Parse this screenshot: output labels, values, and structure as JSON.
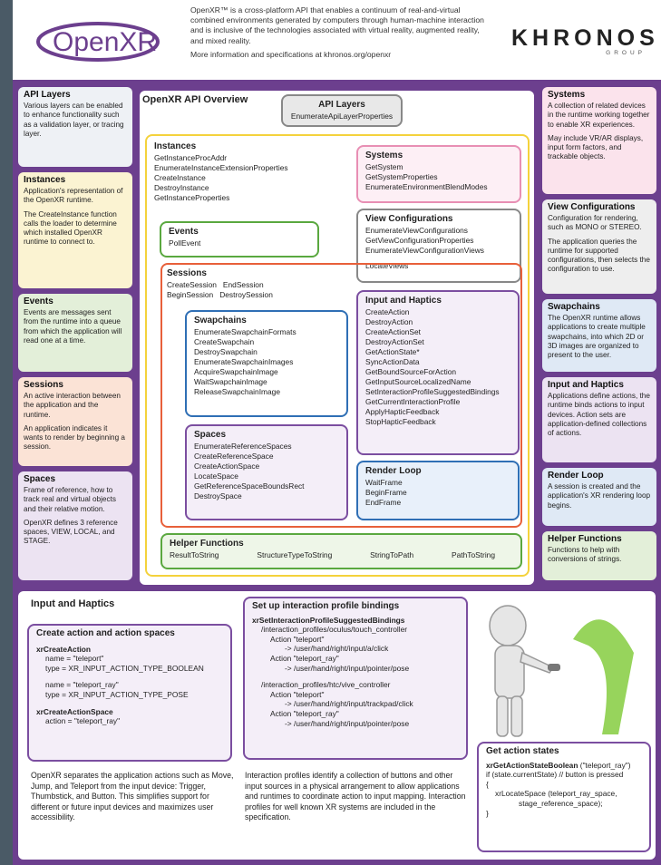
{
  "header": {
    "logo_text": "OpenXR",
    "intro_1": "OpenXR™ is a cross-platform API that enables a continuum of real-and-virtual combined environments generated by computers through human-machine interaction and is inclusive of the technologies associated with virtual reality, augmented reality, and mixed reality.",
    "intro_2": "More information and specifications at khronos.org/openxr",
    "khronos": "KHRONOS",
    "khronos_sub": "GROUP"
  },
  "left": {
    "api_layers": {
      "title": "API Layers",
      "p1": "Various layers can be enabled to enhance functionality such as a validation layer, or tracing layer."
    },
    "instances": {
      "title": "Instances",
      "p1": "Application's representation of the OpenXR runtime.",
      "p2": "The CreateInstance function calls the loader to determine which installed OpenXR runtime to connect to."
    },
    "events": {
      "title": "Events",
      "p1": "Events are messages sent from the runtime into a queue from which the application will read one at a time."
    },
    "sessions": {
      "title": "Sessions",
      "p1": "An active interaction between the application and the runtime.",
      "p2": "An application indicates it wants to render by beginning a session."
    },
    "spaces": {
      "title": "Spaces",
      "p1": "Frame of reference, how to track real and virtual objects and their relative motion.",
      "p2": "OpenXR defines 3 reference spaces, VIEW, LOCAL, and STAGE."
    }
  },
  "right": {
    "systems": {
      "title": "Systems",
      "p1": "A collection of related devices in the runtime working together to enable XR experiences.",
      "p2": "May include VR/AR displays, input form factors, and trackable objects."
    },
    "view_configs": {
      "title": "View Configurations",
      "p1": "Configuration for rendering, such as MONO or STEREO.",
      "p2": "The application queries the runtime for supported configurations, then selects the configuration to use."
    },
    "swapchains": {
      "title": "Swapchains",
      "p1": "The OpenXR runtime allows applications to create multiple swapchains, into which 2D or 3D images are organized to present to the user."
    },
    "input": {
      "title": "Input and Haptics",
      "p1": "Applications define actions, the runtime binds actions to input devices. Action sets are application-defined collections of actions."
    },
    "render": {
      "title": "Render Loop",
      "p1": "A session is created and the application's XR rendering loop begins."
    },
    "helper": {
      "title": "Helper Functions",
      "p1": "Functions to help with conversions of strings."
    }
  },
  "overview": {
    "title": "OpenXR API Overview",
    "api_layers": {
      "title": "API Layers",
      "fn": [
        "EnumerateApiLayerProperties"
      ]
    },
    "instances": {
      "title": "Instances",
      "fn": [
        "GetInstanceProcAddr",
        "EnumerateInstanceExtensionProperties",
        "CreateInstance",
        "DestroyInstance",
        "GetInstanceProperties"
      ]
    },
    "events": {
      "title": "Events",
      "fn": [
        "PollEvent"
      ]
    },
    "systems": {
      "title": "Systems",
      "fn": [
        "GetSystem",
        "GetSystemProperties",
        "EnumerateEnvironmentBlendModes"
      ]
    },
    "view_configs": {
      "title": "View Configurations",
      "fn": [
        "EnumerateViewConfigurations",
        "GetViewConfigurationProperties",
        "EnumerateViewConfigurationViews"
      ]
    },
    "locate_views": "LocateViews",
    "sessions": {
      "title": "Sessions",
      "row1a": "CreateSession",
      "row1b": "EndSession",
      "row2a": "BeginSession",
      "row2b": "DestroySession"
    },
    "swapchains": {
      "title": "Swapchains",
      "fn": [
        "EnumerateSwapchainFormats",
        "CreateSwapchain",
        "DestroySwapchain",
        "EnumerateSwapchainImages",
        "AcquireSwapchainImage",
        "WaitSwapchainImage",
        "ReleaseSwapchainImage"
      ]
    },
    "spaces": {
      "title": "Spaces",
      "fn": [
        "EnumerateReferenceSpaces",
        "CreateReferenceSpace",
        "CreateActionSpace",
        "LocateSpace",
        "GetReferenceSpaceBoundsRect",
        "DestroySpace"
      ]
    },
    "input": {
      "title": "Input and Haptics",
      "fn": [
        "CreateAction",
        "DestroyAction",
        "CreateActionSet",
        "DestroyActionSet",
        "GetActionState*",
        "SyncActionData",
        "GetBoundSourceForAction",
        "GetInputSourceLocalizedName",
        "SetInteractionProfileSuggestedBindings",
        "GetCurrentInteractionProfile",
        "ApplyHapticFeedback",
        "StopHapticFeedback"
      ]
    },
    "render": {
      "title": "Render Loop",
      "fn": [
        "WaitFrame",
        "BeginFrame",
        "EndFrame"
      ]
    },
    "helper": {
      "title": "Helper Functions",
      "fn": [
        "ResultToString",
        "StructureTypeToString",
        "StringToPath",
        "PathToString"
      ]
    }
  },
  "bottom": {
    "input_title": "Input and Haptics",
    "create_title": "Create action and action spaces",
    "c1": "xrCreateAction",
    "c2": "name = \"teleport\"",
    "c3": "type = XR_INPUT_ACTION_TYPE_BOOLEAN",
    "c4": "name = \"teleport_ray\"",
    "c5": "type = XR_INPUT_ACTION_TYPE_POSE",
    "c6": "xrCreateActionSpace",
    "c7": "action = \"teleport_ray\"",
    "input_desc": "OpenXR separates the application actions such as Move, Jump, and Teleport from the input device: Trigger, Thumbstick, and Button. This simplifies support for different or future input devices and maximizes user accessibility.",
    "profile_title": "Set up interaction profile bindings",
    "p1": "xrSetInteractionProfileSuggestedBindings",
    "p2": "/interaction_profiles/oculus/touch_controller",
    "p3": "Action \"teleport\"",
    "p4": "-> /user/hand/right/input/a/click",
    "p5": "Action \"teleport_ray\"",
    "p6": "-> /user/hand/right/input/pointer/pose",
    "p7": "/interaction_profiles/htc/vive_controller",
    "p8": "Action \"teleport\"",
    "p9": "-> /user/hand/right/input/trackpad/click",
    "p10": "Action \"teleport_ray\"",
    "p11": "-> /user/hand/right/input/pointer/pose",
    "profile_desc": "Interaction profiles identify a collection of buttons and other input sources in a physical arrangement to allow applications and runtimes to coordinate action to input mapping. Interaction profiles for well known XR systems are included in the specification.",
    "get_title": "Get action states",
    "g1a": "xrGetActionStateBoolean",
    "g1b": " (\"teleport_ray\")",
    "g2": "if (state.currentState) // button is pressed",
    "g3": "{",
    "g4": "xrLocateSpace (teleport_ray_space,",
    "g5": "stage_reference_space);",
    "g6": "}"
  },
  "colors": {
    "purple": "#6c3f8e",
    "yellow": "#f4d23c",
    "orange": "#e8603a",
    "blue": "#2f6fb5",
    "green": "#5aa83f",
    "pink": "#e88fb4",
    "gray": "#888888"
  }
}
